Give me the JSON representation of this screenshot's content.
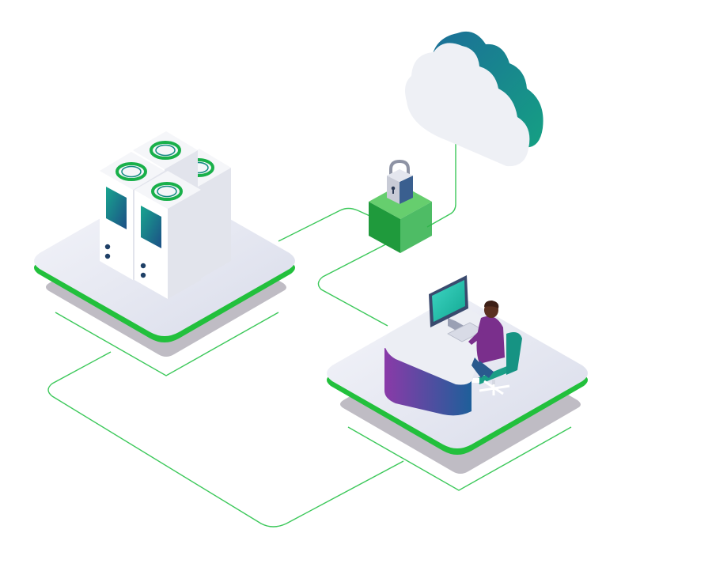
{
  "diagram": {
    "nodes": [
      {
        "id": "on-premise-servers",
        "icon": "server-rack-icon"
      },
      {
        "id": "security-gateway",
        "icon": "padlock-icon"
      },
      {
        "id": "cloud",
        "icon": "cloud-icon"
      },
      {
        "id": "workstation",
        "icon": "user-at-desk-icon"
      }
    ],
    "connections": [
      {
        "from": "on-premise-servers",
        "to": "security-gateway"
      },
      {
        "from": "security-gateway",
        "to": "cloud"
      },
      {
        "from": "security-gateway",
        "to": "workstation"
      },
      {
        "from": "on-premise-servers",
        "to": "workstation"
      }
    ]
  },
  "colors": {
    "connector": "#3cc85a",
    "platform_edge": "#22c03c",
    "accent_teal": "#138a82",
    "accent_blue": "#1e5f8c",
    "accent_purple": "#7a3aa0",
    "cloud_fill": "#eef0f5",
    "gateway_green": "#2fb04a"
  }
}
